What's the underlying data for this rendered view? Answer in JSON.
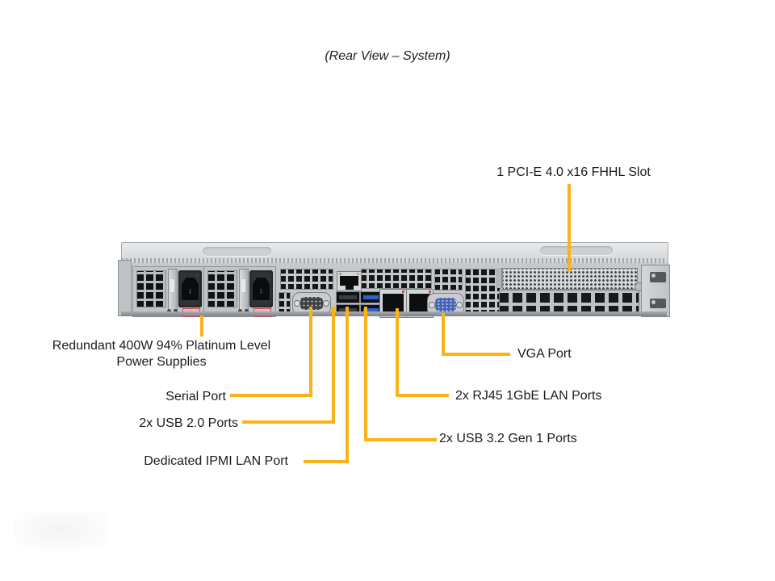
{
  "title": "(Rear View – System)",
  "accent_color": "#F9B319",
  "text_color": "#1B1B1B",
  "chassis_color": "#C6C9CB",
  "callouts": {
    "pcie_slot": {
      "label": "1 PCI-E 4.0 x16 FHHL Slot"
    },
    "power_supplies": {
      "line1": "Redundant 400W 94% Platinum Level",
      "line2": "Power Supplies"
    },
    "serial_port": {
      "label": "Serial Port"
    },
    "usb2_ports": {
      "label": "2x USB 2.0 Ports"
    },
    "ipmi_lan_port": {
      "label": "Dedicated IPMI  LAN Port"
    },
    "vga_port": {
      "label": "VGA Port"
    },
    "lan_ports": {
      "label": "2x RJ45 1GbE LAN Ports"
    },
    "usb3_ports": {
      "label": "2x USB 3.2 Gen 1 Ports"
    }
  }
}
